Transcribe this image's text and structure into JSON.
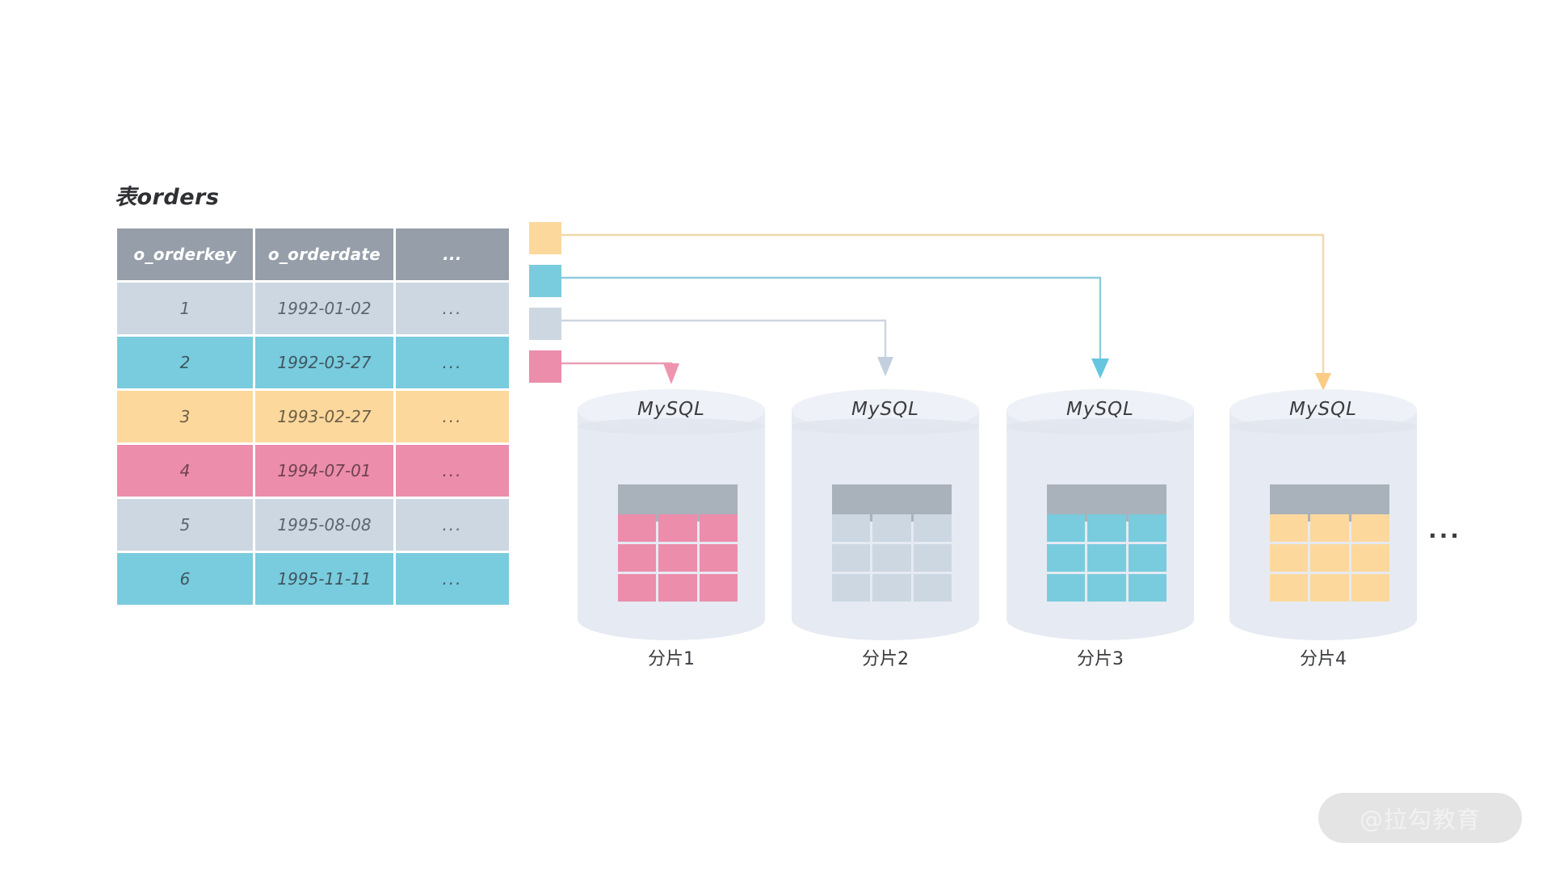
{
  "diagram": {
    "title_text": "表orders",
    "trailing_ellipsis": "...",
    "watermark": "@拉勾教育"
  },
  "table": {
    "name": "表orders",
    "columns": [
      "o_orderkey",
      "o_orderdate",
      "..."
    ],
    "rows": [
      {
        "o_orderkey": "1",
        "o_orderdate": "1992-01-02",
        "more": "...",
        "color": "#ccd7e2",
        "shard": "分片2"
      },
      {
        "o_orderkey": "2",
        "o_orderdate": "1992-03-27",
        "more": "...",
        "color": "#79ccdd",
        "shard": "分片3"
      },
      {
        "o_orderkey": "3",
        "o_orderdate": "1993-02-27",
        "more": "...",
        "color": "#fcd89d",
        "shard": "分片4"
      },
      {
        "o_orderkey": "4",
        "o_orderdate": "1994-07-01",
        "more": "...",
        "color": "#ec8dab",
        "shard": "分片1"
      },
      {
        "o_orderkey": "5",
        "o_orderdate": "1995-08-08",
        "more": "...",
        "color": "#ccd7e2",
        "shard": "分片2"
      },
      {
        "o_orderkey": "6",
        "o_orderdate": "1995-11-11",
        "more": "...",
        "color": "#79ccdd",
        "shard": "分片3"
      }
    ]
  },
  "legend": [
    {
      "key": "yellow",
      "color": "#fcd89d",
      "target": "分片4"
    },
    {
      "key": "cyan",
      "color": "#79ccdd",
      "target": "分片3"
    },
    {
      "key": "gray",
      "color": "#ccd7e2",
      "target": "分片2"
    },
    {
      "key": "pink",
      "color": "#ec8dab",
      "target": "分片1"
    }
  ],
  "shards": [
    {
      "db_label": "MySQL",
      "shard_label": "分片1",
      "fill": "#ec8dab",
      "header_fill": "#a9b2bb",
      "cells": 9
    },
    {
      "db_label": "MySQL",
      "shard_label": "分片2",
      "fill": "#ccd7e2",
      "header_fill": "#a9b2bb",
      "cells": 9
    },
    {
      "db_label": "MySQL",
      "shard_label": "分片3",
      "fill": "#79ccdd",
      "header_fill": "#a9b2bb",
      "cells": 9
    },
    {
      "db_label": "MySQL",
      "shard_label": "分片4",
      "fill": "#fcd89d",
      "header_fill": "#a9b2bb",
      "cells": 9
    }
  ],
  "colors": {
    "header_gray": "#959ea9",
    "row_gray": "#ccd7e2",
    "row_cyan": "#79ccdd",
    "row_yellow": "#fcd89d",
    "row_pink": "#ec8dab",
    "cylinder_body": "#e6eaf2",
    "cylinder_cap": "#eef1f7",
    "mini_header": "#a9b2bb",
    "text_dark": "#3b3c3f",
    "watermark_pill": "#e4e4e4"
  }
}
